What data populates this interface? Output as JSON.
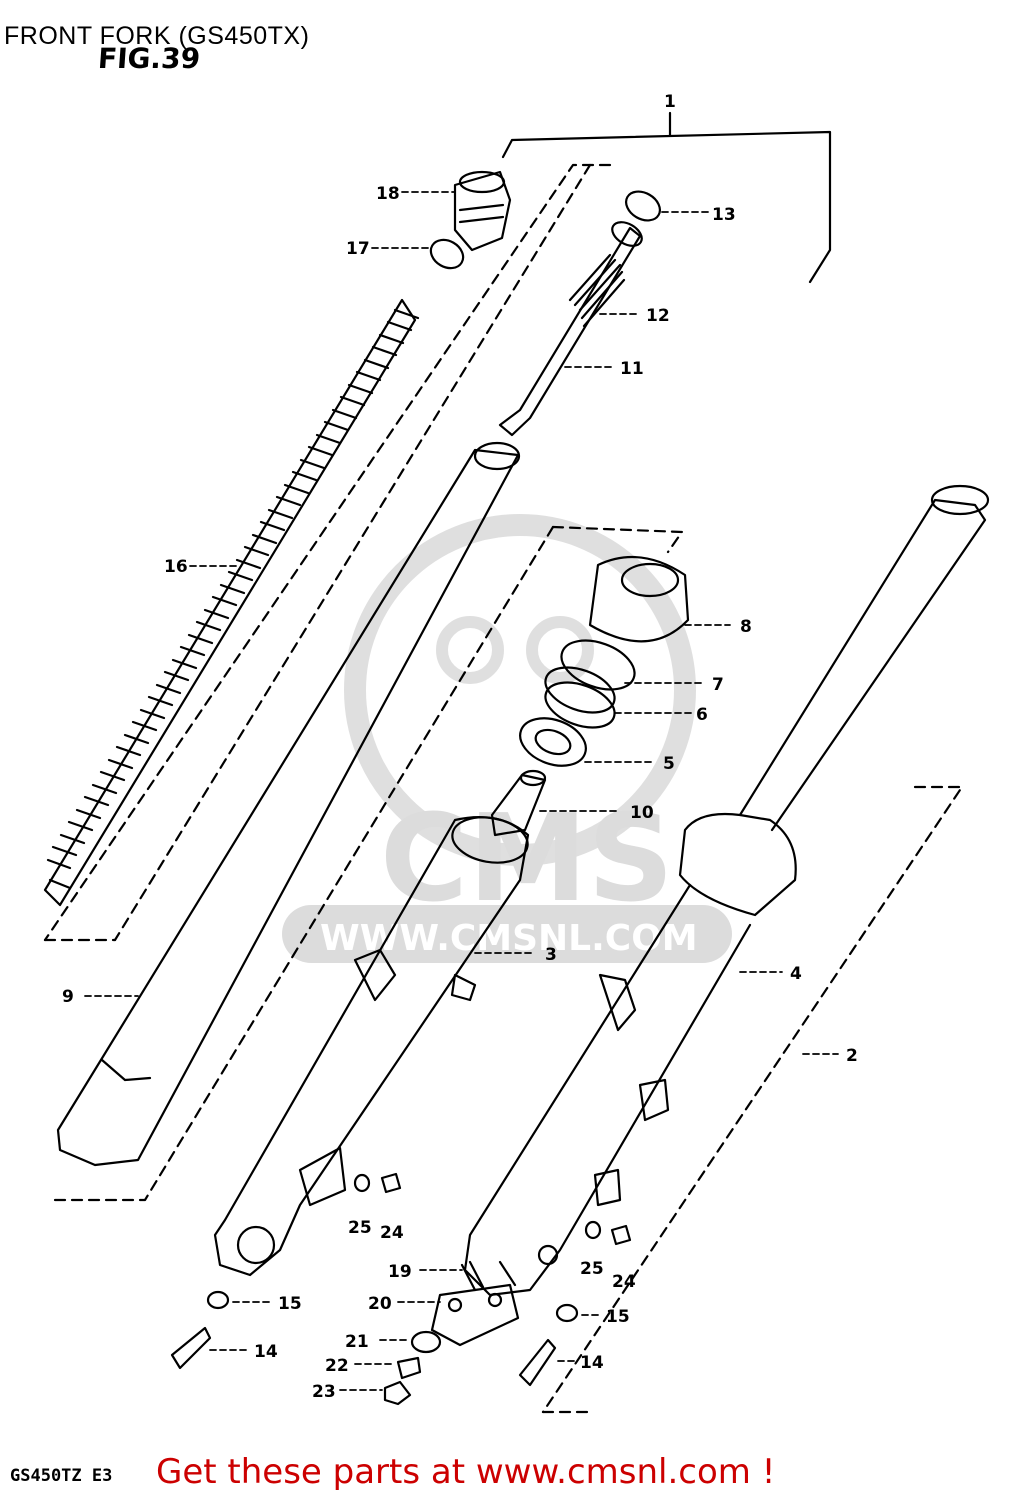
{
  "header": {
    "title": "FRONT FORK (GS450TX)",
    "figure": "FIG.39"
  },
  "watermark": {
    "brand": "CMS",
    "url": "WWW.CMSNL.COM",
    "color": "#d9d9d9"
  },
  "footer": {
    "model_code": "GS450TZ  E3",
    "cta": "Get these parts at www.cmsnl.com !",
    "cta_color": "#cc0000"
  },
  "callouts": [
    "1",
    "2",
    "3",
    "4",
    "5",
    "6",
    "7",
    "8",
    "9",
    "10",
    "11",
    "12",
    "13",
    "14",
    "14",
    "15",
    "15",
    "16",
    "17",
    "18",
    "19",
    "20",
    "21",
    "22",
    "23",
    "24",
    "24",
    "25",
    "25"
  ]
}
